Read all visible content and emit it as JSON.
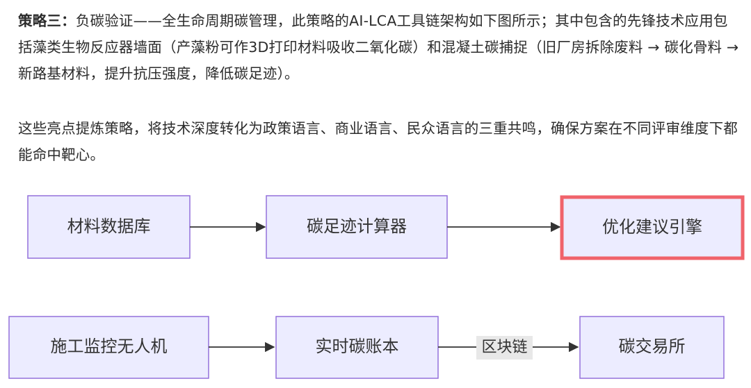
{
  "text": {
    "para1_bold": "策略三：",
    "para1_body": "负碳验证——全生命周期碳管理，此策略的AI-LCA工具链架构如下图所示；其中包含的先锋技术应用包括藻类生物反应器墙面（产藻粉可作3D打印材料吸收二氧化碳）和混凝土碳捕捉（旧厂房拆除废料 → 碳化骨料 → 新路基材料，提升抗压强度，降低碳足迹）。",
    "para2": "这些亮点提炼策略，将技术深度转化为政策语言、商业语言、民众语言的三重共鸣，确保方案在不同评审维度下都能命中靶心。"
  },
  "diagram": {
    "row1": {
      "node1": "材料数据库",
      "node2": "碳足迹计算器",
      "node3": "优化建议引擎"
    },
    "row2": {
      "node1": "施工监控无人机",
      "node2": "实时碳账本",
      "node3": "碳交易所",
      "edge_label": "区块链"
    },
    "colors": {
      "node_fill": "#ECECFF",
      "node_stroke": "#9370DB",
      "highlight_stroke": "#F0636B",
      "edge": "#333333"
    }
  }
}
